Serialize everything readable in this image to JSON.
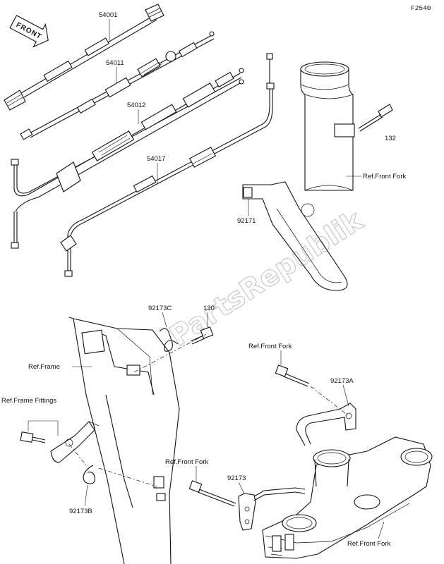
{
  "diagram_code": "F2540",
  "front_badge": "FRONT",
  "watermark": "PartsRepublik",
  "parts": {
    "p54001": "54001",
    "p54011": "54011",
    "p54012": "54012",
    "p54017": "54017",
    "p132": "132",
    "p92171": "92171",
    "p92173C": "92173C",
    "p130": "130",
    "p92173A": "92173A",
    "p92173": "92173",
    "p92173B": "92173B"
  },
  "refs": {
    "front_fork_1": "Ref.Front Fork",
    "front_fork_2": "Ref.Front Fork",
    "front_fork_3": "Ref.Front Fork",
    "front_fork_4": "Ref.Front Fork",
    "frame": "Ref.Frame",
    "frame_fittings": "Ref.Frame Fittings"
  }
}
